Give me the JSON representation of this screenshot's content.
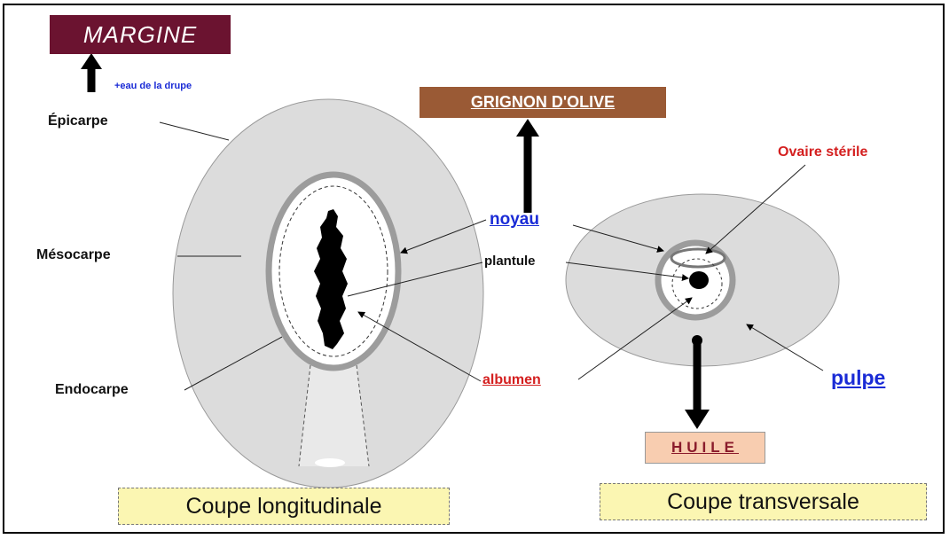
{
  "boxes": {
    "margine": "MARGINE",
    "grignon": "GRIGNON D'OLIVE",
    "huile": "HUILE",
    "coupe_longitudinale": "Coupe longitudinale",
    "coupe_transversale": "Coupe transversale"
  },
  "labels": {
    "eau": "+eau de la drupe",
    "epicarpe": "Épicarpe",
    "mesocarpe": "Mésocarpe",
    "endocarpe": "Endocarpe",
    "noyau": "noyau",
    "plantule": "plantule",
    "albumen": "albumen",
    "ovaire": "Ovaire stérile",
    "pulpe": "pulpe"
  },
  "colors": {
    "flesh": "#dcdcdc",
    "seed": "#000000",
    "margine_bg": "#6b1330",
    "grignon_bg": "#9a5a35",
    "huile_bg": "#f8cdb0",
    "caption_bg": "#fbf6b2",
    "blue_label": "#1a2bd6",
    "red_label": "#d41f1f"
  }
}
